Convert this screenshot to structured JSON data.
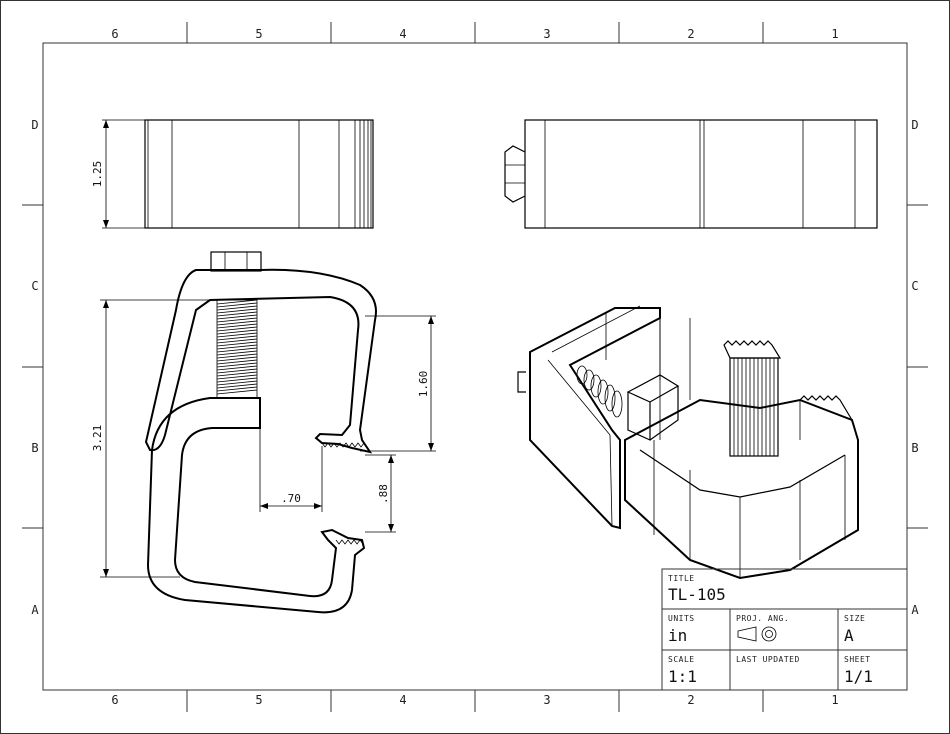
{
  "sheet": {
    "columns_top": [
      "6",
      "5",
      "4",
      "3",
      "2",
      "1"
    ],
    "columns_bottom": [
      "6",
      "5",
      "4",
      "3",
      "2",
      "1"
    ],
    "rows_left": [
      "D",
      "C",
      "B",
      "A"
    ],
    "rows_right": [
      "D",
      "C",
      "B",
      "A"
    ]
  },
  "dimensions": {
    "width_top": "1.25",
    "height_overall": "3.21",
    "opening_upper": "1.60",
    "gap_horizontal": ".70",
    "gap_vertical": ".88"
  },
  "title_block": {
    "title_label": "TITLE",
    "title_value": "TL-105",
    "units_label": "UNITS",
    "units_value": "in",
    "proj_label": "PROJ. ANG.",
    "size_label": "SIZE",
    "size_value": "A",
    "scale_label": "SCALE",
    "scale_value": "1:1",
    "updated_label": "LAST UPDATED",
    "updated_value": "",
    "sheet_label": "SHEET",
    "sheet_value": "1/1"
  },
  "colors": {
    "line": "#000000",
    "frame": "#333333",
    "background": "#ffffff"
  },
  "icons": {
    "projection": "third-angle-projection-icon"
  }
}
